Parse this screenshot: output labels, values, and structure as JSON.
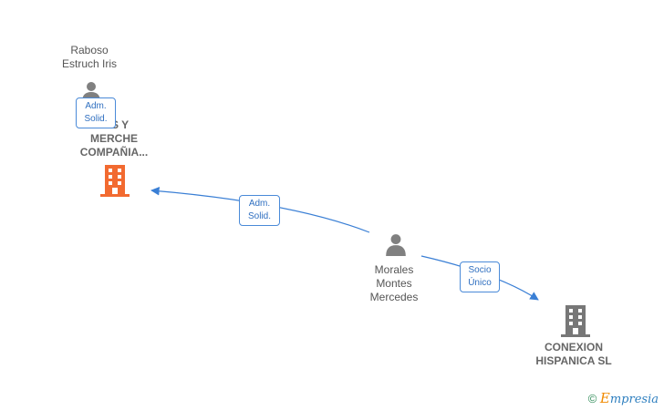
{
  "nodes": {
    "raboso": {
      "name_line1": "Raboso",
      "name_line2": "Estruch Iris"
    },
    "merche": {
      "name_line1": "S Y",
      "name_line2": "MERCHE",
      "name_line3": "COMPAÑIA..."
    },
    "morales": {
      "name_line1": "Morales",
      "name_line2": "Montes",
      "name_line3": "Mercedes"
    },
    "conexion": {
      "name_line1": "CONEXION",
      "name_line2": "HISPANICA SL"
    }
  },
  "edges": {
    "raboso_to_merche": {
      "line1": "Adm.",
      "line2": "Solid."
    },
    "morales_to_merche": {
      "line1": "Adm.",
      "line2": "Solid."
    },
    "morales_to_conexion": {
      "line1": "Socio",
      "line2": "Único"
    }
  },
  "footer": {
    "copyright": "©",
    "brand_e": "E",
    "brand_rest": "mpresia"
  },
  "colors": {
    "edge": "#3a7fd5",
    "company_highlight": "#f26a30",
    "company": "#777777",
    "person": "#808080"
  }
}
